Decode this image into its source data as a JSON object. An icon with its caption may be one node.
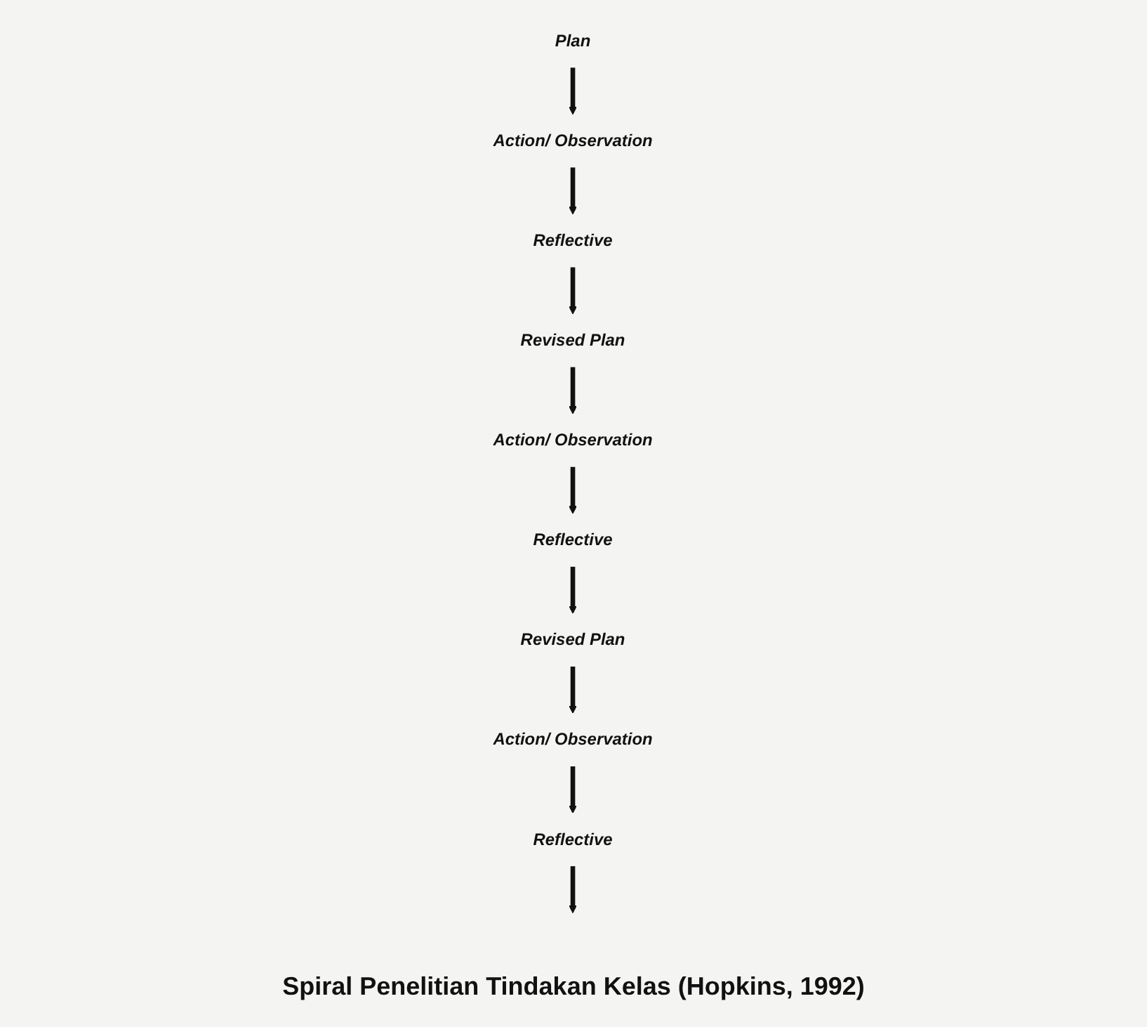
{
  "diagram": {
    "caption": "Spiral Penelitian Tindakan Kelas (Hopkins, 1992)",
    "nodes": [
      {
        "text": [
          "Plan"
        ]
      },
      {
        "text": [
          "Reflective"
        ]
      },
      {
        "text": [
          "Action/ Observation"
        ]
      },
      {
        "text": [
          "Revised Plan"
        ]
      },
      {
        "text": [
          "Reflective"
        ]
      },
      {
        "text": [
          "Action/ Observation"
        ]
      },
      {
        "text": [
          "Revised Plan"
        ]
      },
      {
        "text": [
          "Reflective"
        ]
      },
      {
        "text": [
          "Action/ Observation"
        ]
      }
    ],
    "edges": [
      {
        "from": 0,
        "to": 2,
        "arrow": "to"
      },
      {
        "from": 2,
        "to": 1,
        "arrow": "to"
      },
      {
        "from": 1,
        "to": 3,
        "arrow": "to"
      },
      {
        "from": 3,
        "to": 5,
        "arrow": "to"
      },
      {
        "from": 5,
        "to": 4,
        "arrow": "to"
      },
      {
        "from": 4,
        "to": 6,
        "arrow": "to"
      },
      {
        "from": 6,
        "to": 8,
        "arrow": "to"
      },
      {
        "from": 8,
        "to": 7,
        "arrow": "to"
      },
      {
        "from": 7,
        "to": null,
        "arrow": "to"
      }
    ]
  }
}
